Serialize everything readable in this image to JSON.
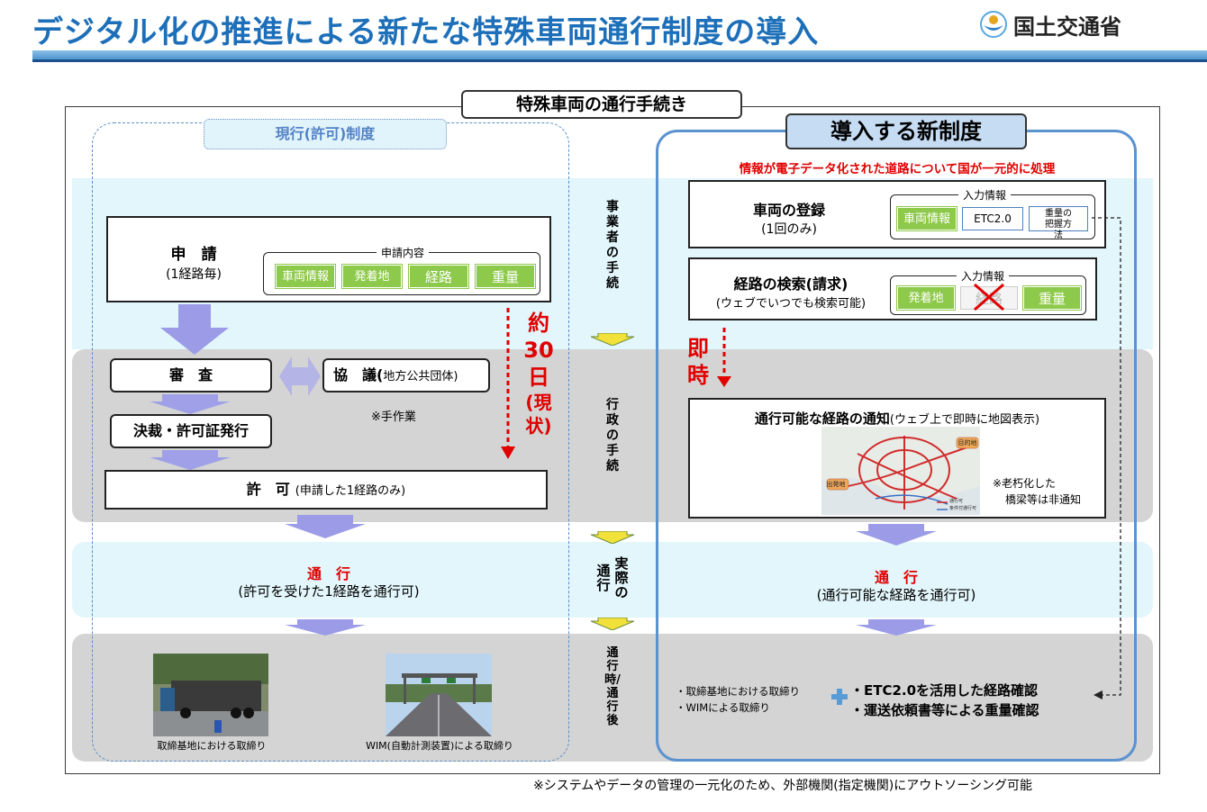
{
  "header": {
    "title": "デジタル化の推進による新たな特殊車両通行制度の導入",
    "ministry": "国土交通省"
  },
  "procedure_title": "特殊車両の通行手続き",
  "current_system": {
    "title": "現行(許可)制度",
    "application": {
      "title": "申　請",
      "sub": "(1経路毎)",
      "contents_label": "申請内容",
      "items": [
        "車両情報",
        "発着地",
        "経路",
        "重量"
      ]
    },
    "review": "審　査",
    "consultation": {
      "title": "協　議(",
      "sub": "地方公共団体)"
    },
    "manual_note": "※手作業",
    "approval": "決裁・許可証発行",
    "permit": {
      "title": "許　可",
      "sub": "(申請した1経路のみ)"
    },
    "days": {
      "line1": "約",
      "line2": "30",
      "line3": "日",
      "line4": "(現",
      "line5": "状)"
    },
    "passage": {
      "title": "通　行",
      "sub": "(許可を受けた1経路を通行可)"
    },
    "photo1_caption": "取締基地における取締り",
    "photo2_caption": "WIM(自動計測装置)による取締り"
  },
  "stages": {
    "operator": "事業者の手続",
    "admin": "行政の手続",
    "actual": "実際の通行",
    "after": "通行時/通行後"
  },
  "new_system": {
    "title": "導入する新制度",
    "subtitle": "情報が電子データ化された道路について国が一元的に処理",
    "registration": {
      "title": "車両の登録",
      "sub": "(1回のみ)",
      "input_label": "入力情報",
      "items": [
        "車両情報",
        "ETC2.0",
        "重量の把握方法"
      ]
    },
    "search": {
      "title": "経路の検索(請求)",
      "sub": "(ウェブでいつでも検索可能)",
      "input_label": "入力情報",
      "items": [
        "発着地",
        "経路",
        "重量"
      ]
    },
    "instant": {
      "line1": "即",
      "line2": "時"
    },
    "notice": {
      "title": "通行可能な経路の通知",
      "sub": "(ウェブ上で即時に地図表示)",
      "note1": "※老朽化した",
      "note2": "橋梁等は非通知",
      "map_label_dest": "目的地",
      "map_label_origin": "出発地",
      "map_legend1": "通行可",
      "map_legend2": "条件付通行可"
    },
    "passage": {
      "title": "通　行",
      "sub": "(通行可能な経路を通行可)"
    },
    "enforcement": {
      "left1": "・取締基地における取締り",
      "left2": "・WIMによる取締り",
      "right1": "・ETC2.0を活用した経路確認",
      "right2": "・運送依頼書等による重量確認"
    }
  },
  "footnote": "※システムやデータの管理の一元化のため、外部機関(指定機関)にアウトソーシング可能",
  "colors": {
    "title_blue": "#1c6fb8",
    "red": "#e00000",
    "green": "#8dc94a",
    "arrow_purple": "#9b9be8"
  }
}
